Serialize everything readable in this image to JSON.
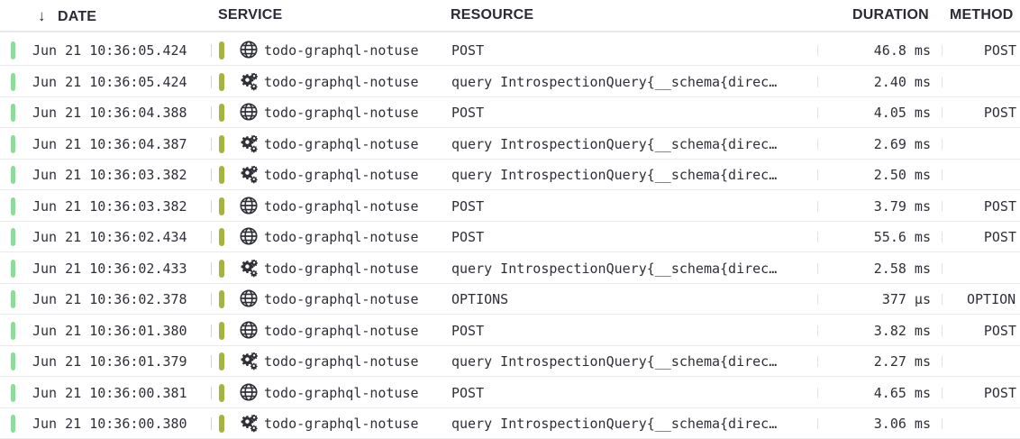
{
  "columns": {
    "date": "DATE",
    "service": "SERVICE",
    "resource": "RESOURCE",
    "duration": "DURATION",
    "method": "METHOD"
  },
  "colors": {
    "status_ok": "#8fdb9b",
    "service_color": "#a5b43f",
    "header_text": "#2b2b36",
    "row_text": "#2f2f38"
  },
  "rows": [
    {
      "date": "Jun 21 10:36:05.424",
      "icon": "globe-icon",
      "service": "todo-graphql-notuse",
      "resource": "POST",
      "duration": "46.8 ms",
      "method": "POST"
    },
    {
      "date": "Jun 21 10:36:05.424",
      "icon": "gears-icon",
      "service": "todo-graphql-notuse",
      "resource": "query IntrospectionQuery{__schema{direc…",
      "duration": "2.40 ms",
      "method": ""
    },
    {
      "date": "Jun 21 10:36:04.388",
      "icon": "globe-icon",
      "service": "todo-graphql-notuse",
      "resource": "POST",
      "duration": "4.05 ms",
      "method": "POST"
    },
    {
      "date": "Jun 21 10:36:04.387",
      "icon": "gears-icon",
      "service": "todo-graphql-notuse",
      "resource": "query IntrospectionQuery{__schema{direc…",
      "duration": "2.69 ms",
      "method": ""
    },
    {
      "date": "Jun 21 10:36:03.382",
      "icon": "gears-icon",
      "service": "todo-graphql-notuse",
      "resource": "query IntrospectionQuery{__schema{direc…",
      "duration": "2.50 ms",
      "method": ""
    },
    {
      "date": "Jun 21 10:36:03.382",
      "icon": "globe-icon",
      "service": "todo-graphql-notuse",
      "resource": "POST",
      "duration": "3.79 ms",
      "method": "POST"
    },
    {
      "date": "Jun 21 10:36:02.434",
      "icon": "globe-icon",
      "service": "todo-graphql-notuse",
      "resource": "POST",
      "duration": "55.6 ms",
      "method": "POST"
    },
    {
      "date": "Jun 21 10:36:02.433",
      "icon": "gears-icon",
      "service": "todo-graphql-notuse",
      "resource": "query IntrospectionQuery{__schema{direc…",
      "duration": "2.58 ms",
      "method": ""
    },
    {
      "date": "Jun 21 10:36:02.378",
      "icon": "globe-icon",
      "service": "todo-graphql-notuse",
      "resource": "OPTIONS",
      "duration": "377 μs",
      "method": "OPTION"
    },
    {
      "date": "Jun 21 10:36:01.380",
      "icon": "globe-icon",
      "service": "todo-graphql-notuse",
      "resource": "POST",
      "duration": "3.82 ms",
      "method": "POST"
    },
    {
      "date": "Jun 21 10:36:01.379",
      "icon": "gears-icon",
      "service": "todo-graphql-notuse",
      "resource": "query IntrospectionQuery{__schema{direc…",
      "duration": "2.27 ms",
      "method": ""
    },
    {
      "date": "Jun 21 10:36:00.381",
      "icon": "globe-icon",
      "service": "todo-graphql-notuse",
      "resource": "POST",
      "duration": "4.65 ms",
      "method": "POST"
    },
    {
      "date": "Jun 21 10:36:00.380",
      "icon": "gears-icon",
      "service": "todo-graphql-notuse",
      "resource": "query IntrospectionQuery{__schema{direc…",
      "duration": "3.06 ms",
      "method": ""
    }
  ]
}
